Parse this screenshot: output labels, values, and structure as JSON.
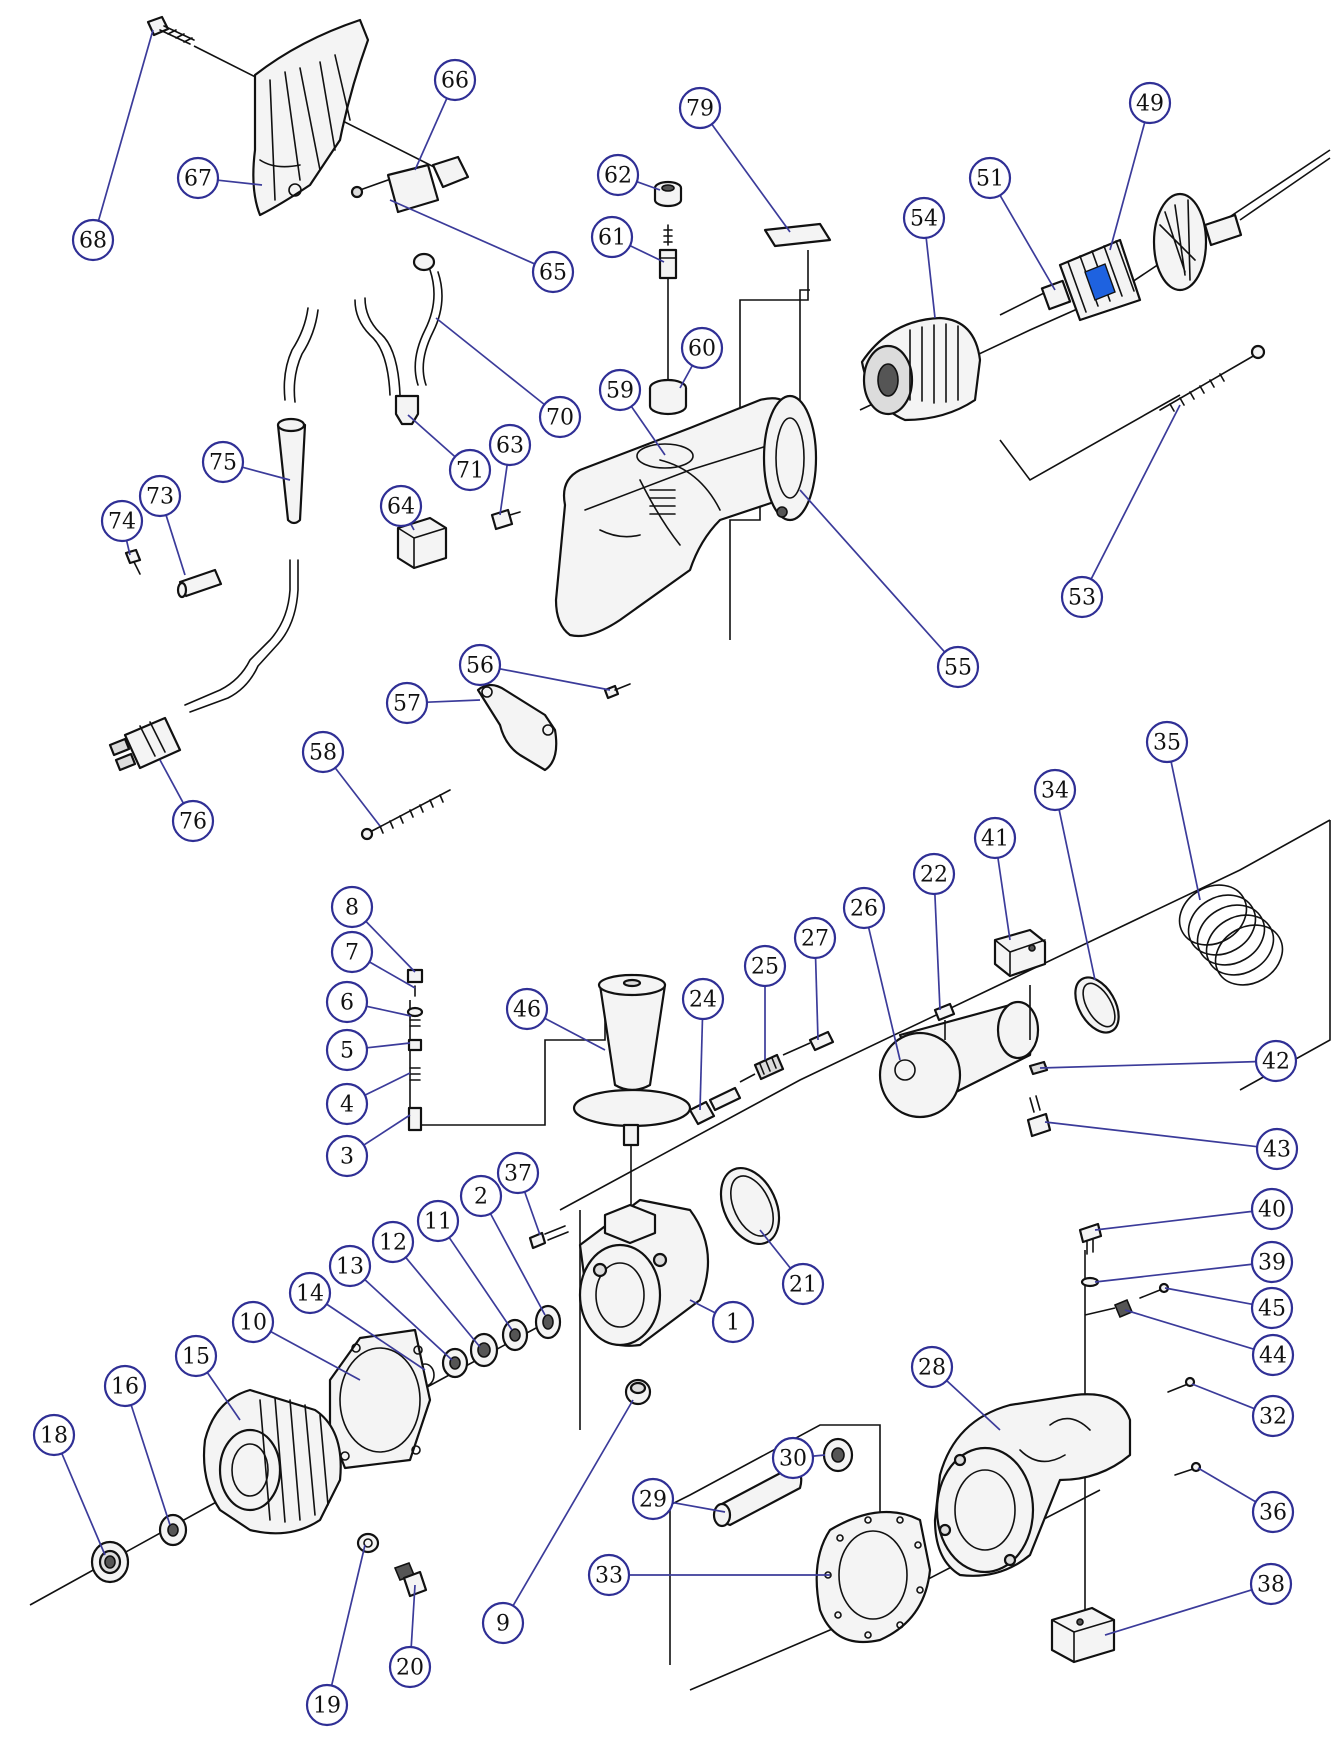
{
  "diagram": {
    "callouts": [
      {
        "num": "68"
      },
      {
        "num": "67"
      },
      {
        "num": "66"
      },
      {
        "num": "65"
      },
      {
        "num": "62"
      },
      {
        "num": "61"
      },
      {
        "num": "79"
      },
      {
        "num": "60"
      },
      {
        "num": "59"
      },
      {
        "num": "63"
      },
      {
        "num": "64"
      },
      {
        "num": "70"
      },
      {
        "num": "71"
      },
      {
        "num": "75"
      },
      {
        "num": "73"
      },
      {
        "num": "74"
      },
      {
        "num": "54"
      },
      {
        "num": "51"
      },
      {
        "num": "49"
      },
      {
        "num": "53"
      },
      {
        "num": "55"
      },
      {
        "num": "56"
      },
      {
        "num": "57"
      },
      {
        "num": "58"
      },
      {
        "num": "76"
      },
      {
        "num": "8"
      },
      {
        "num": "7"
      },
      {
        "num": "6"
      },
      {
        "num": "5"
      },
      {
        "num": "4"
      },
      {
        "num": "3"
      },
      {
        "num": "46"
      },
      {
        "num": "24"
      },
      {
        "num": "25"
      },
      {
        "num": "27"
      },
      {
        "num": "26"
      },
      {
        "num": "22"
      },
      {
        "num": "41"
      },
      {
        "num": "34"
      },
      {
        "num": "35"
      },
      {
        "num": "42"
      },
      {
        "num": "43"
      },
      {
        "num": "37"
      },
      {
        "num": "2"
      },
      {
        "num": "11"
      },
      {
        "num": "12"
      },
      {
        "num": "13"
      },
      {
        "num": "14"
      },
      {
        "num": "10"
      },
      {
        "num": "15"
      },
      {
        "num": "16"
      },
      {
        "num": "18"
      },
      {
        "num": "21"
      },
      {
        "num": "1"
      },
      {
        "num": "40"
      },
      {
        "num": "39"
      },
      {
        "num": "45"
      },
      {
        "num": "44"
      },
      {
        "num": "32"
      },
      {
        "num": "28"
      },
      {
        "num": "30"
      },
      {
        "num": "29"
      },
      {
        "num": "36"
      },
      {
        "num": "33"
      },
      {
        "num": "38"
      },
      {
        "num": "9"
      },
      {
        "num": "19"
      },
      {
        "num": "20"
      }
    ]
  }
}
